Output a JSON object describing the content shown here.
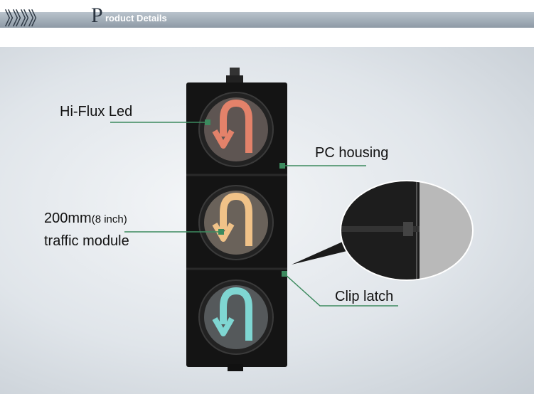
{
  "header": {
    "chevrons": "》》》》",
    "title_initial": "P",
    "title_rest": "roduct Details"
  },
  "callouts": {
    "hi_flux": "Hi-Flux Led",
    "pc_housing": "PC housing",
    "module_size": "200mm",
    "module_size_inch": "(8 inch)",
    "module_type": "traffic module",
    "clip_latch": "Clip latch"
  },
  "colors": {
    "red_aspect": "#e3826a",
    "amber_aspect": "#f0c288",
    "green_aspect": "#7fd6d2",
    "leader_line": "#3c8a5e"
  }
}
